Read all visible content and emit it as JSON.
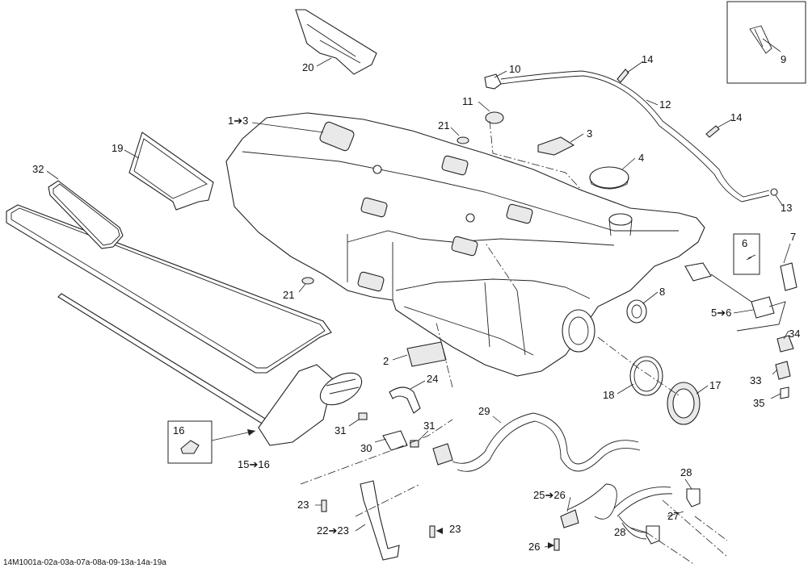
{
  "document_id": "14M1001a-02a-03a-07a-08a-09-13a-14a-19a",
  "callouts": [
    {
      "label": "1➔3"
    },
    {
      "label": "2"
    },
    {
      "label": "3"
    },
    {
      "label": "4"
    },
    {
      "label": "5➔6"
    },
    {
      "label": "6"
    },
    {
      "label": "7"
    },
    {
      "label": "8"
    },
    {
      "label": "9"
    },
    {
      "label": "10"
    },
    {
      "label": "11"
    },
    {
      "label": "12"
    },
    {
      "label": "13"
    },
    {
      "label": "14"
    },
    {
      "label": "14"
    },
    {
      "label": "15➔16"
    },
    {
      "label": "16"
    },
    {
      "label": "17"
    },
    {
      "label": "18"
    },
    {
      "label": "19"
    },
    {
      "label": "20"
    },
    {
      "label": "21"
    },
    {
      "label": "21"
    },
    {
      "label": "22➔23"
    },
    {
      "label": "23"
    },
    {
      "label": "23"
    },
    {
      "label": "24"
    },
    {
      "label": "25➔26"
    },
    {
      "label": "26"
    },
    {
      "label": "27"
    },
    {
      "label": "28"
    },
    {
      "label": "28"
    },
    {
      "label": "29"
    },
    {
      "label": "30"
    },
    {
      "label": "31"
    },
    {
      "label": "31"
    },
    {
      "label": "32"
    },
    {
      "label": "33"
    },
    {
      "label": "34"
    },
    {
      "label": "35"
    }
  ]
}
